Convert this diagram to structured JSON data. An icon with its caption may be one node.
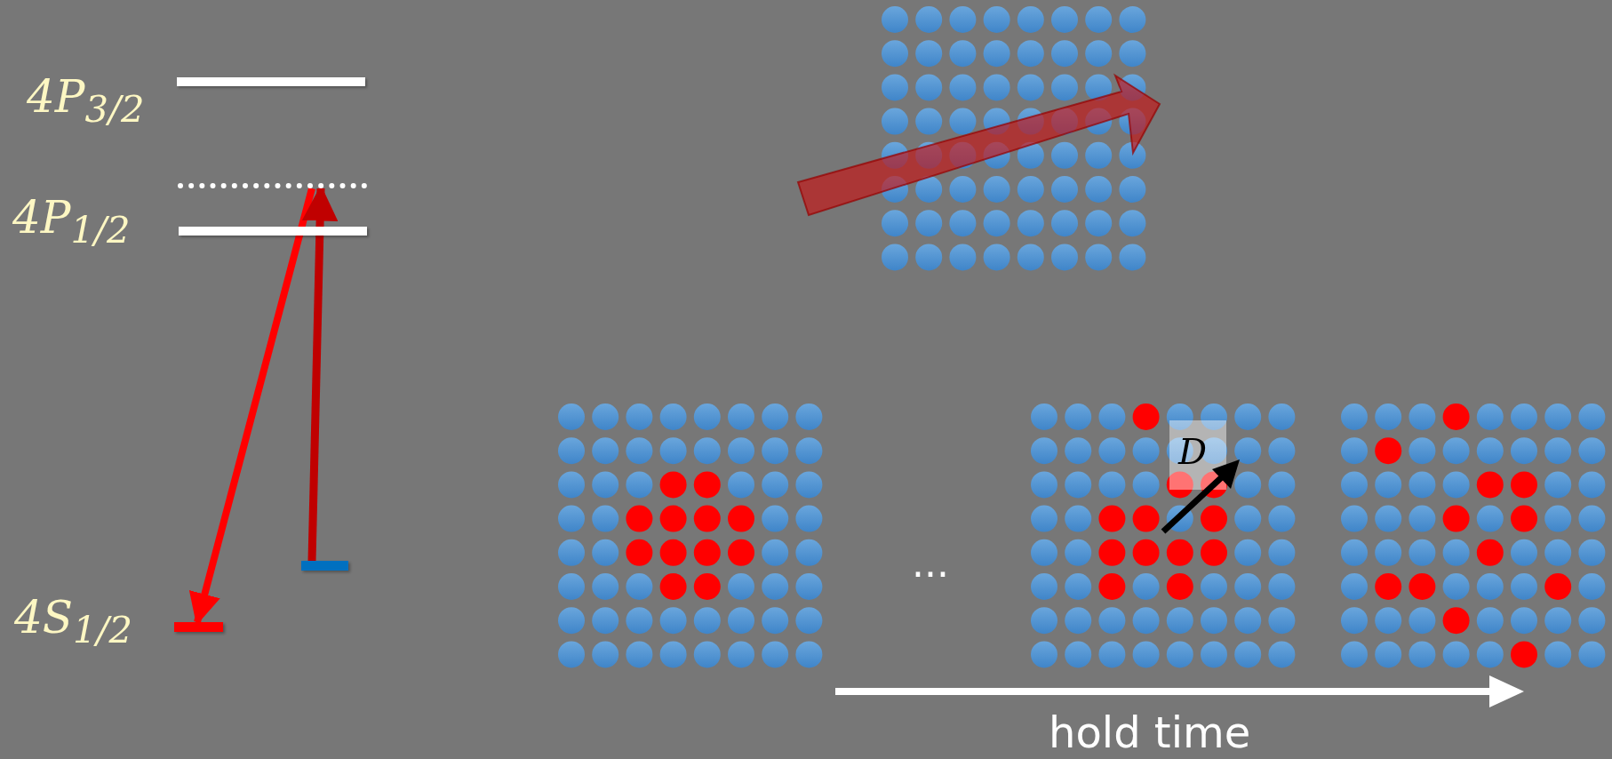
{
  "diagram": {
    "nodes": [
      {
        "text": [],
        "shape": "bar",
        "beside": [
          "4P$_{3/2}$"
        ]
      },
      {
        "text": [],
        "shape": "bar"
      },
      {
        "text": [],
        "shape": "bar",
        "beside": [
          "4P$_{1/2}$"
        ]
      },
      {
        "text": [],
        "shape": "bar",
        "beside": [
          "4S$_{1/2}$"
        ]
      },
      {
        "text": [],
        "shape": "bar"
      }
    ],
    "edges": [
      {
        "from": 1,
        "to": 3,
        "arrow": "to",
        "color": "#ff0000"
      },
      {
        "from": 4,
        "to": 1,
        "arrow": "to",
        "color": "#c00000"
      }
    ],
    "labels": [
      "D",
      "...",
      "hold time"
    ]
  }
}
